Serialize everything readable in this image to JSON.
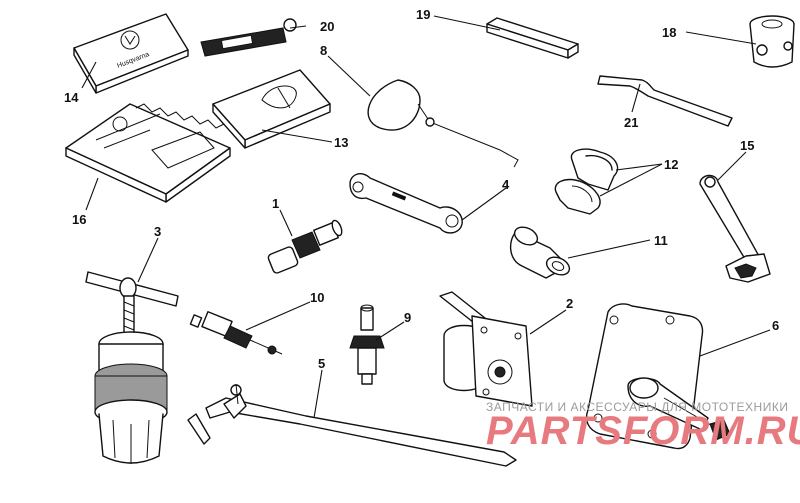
{
  "callouts": [
    "1",
    "2",
    "3",
    "4",
    "5",
    "6",
    "8",
    "9",
    "10",
    "11",
    "12",
    "13",
    "14",
    "15",
    "16",
    "18",
    "19",
    "20",
    "21"
  ],
  "labels": {
    "manual_brand": "Husqvarna"
  },
  "watermark": {
    "line": "ЗАПЧАСТИ И АКСЕССУАРЫ ДЛЯ МОТОТЕХНИКИ",
    "logo": "PARTSFORM.RU",
    "color": "#e77a7f"
  }
}
